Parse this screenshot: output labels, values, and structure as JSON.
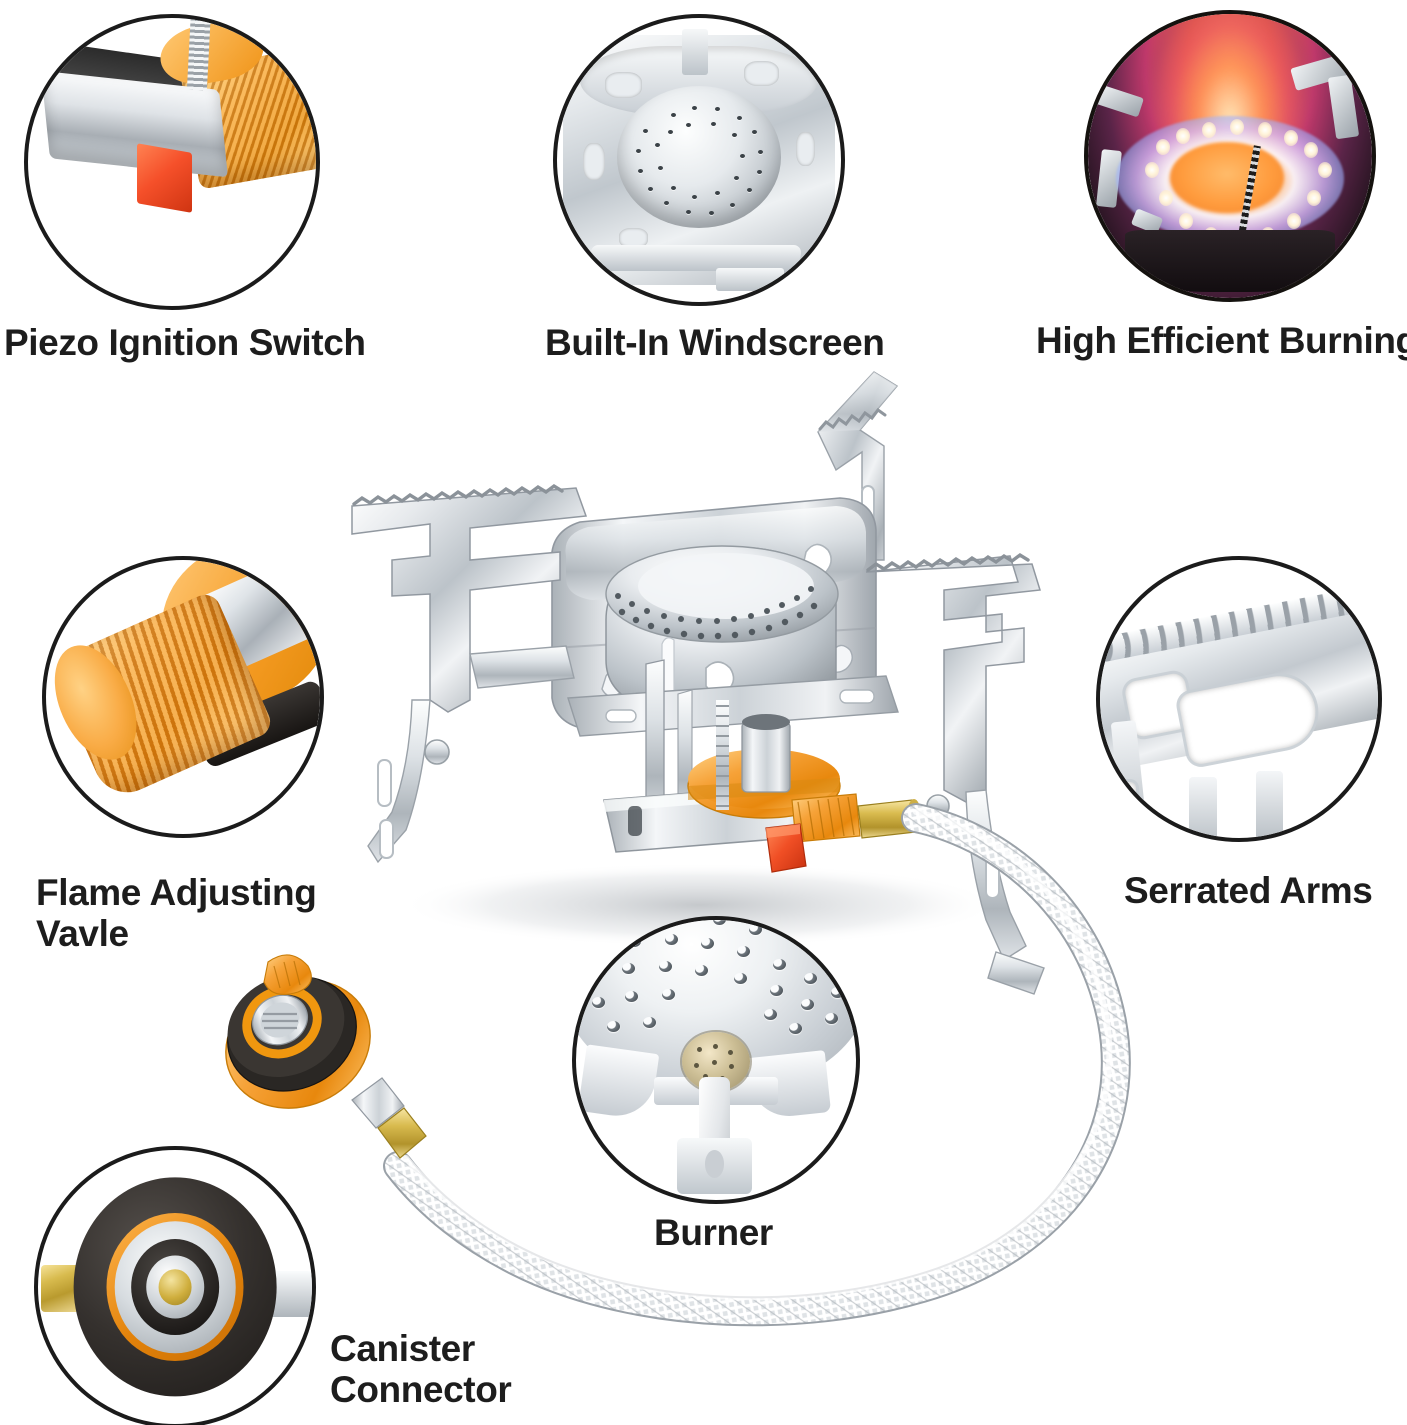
{
  "page": {
    "product": "portable camping gas stove",
    "background_color": "#ffffff",
    "text_color": "#1d1d1d",
    "accent_orange": "#f39019",
    "accent_red": "#ef4a22",
    "accent_brass": "#c9a83c",
    "accent_steel": "#c8ced4"
  },
  "callouts": [
    {
      "id": "piezo-ignition-switch",
      "label": "Piezo Ignition Switch",
      "position": "top-left",
      "depicts": "close-up of stainless bracket with red piezo push button and gold knurled knob"
    },
    {
      "id": "built-in-windscreen",
      "label": "Built-In Windscreen",
      "position": "top-center",
      "depicts": "perforated burner head seated inside stainless steel windscreen housing"
    },
    {
      "id": "high-efficient-burning",
      "label": "High Efficient Burning",
      "position": "top-right",
      "depicts": "lit stove with ring of blue-white flame jets and orange glow on dark background"
    },
    {
      "id": "flame-adjusting-valve",
      "label": "Flame Adjusting\nVavle",
      "position": "middle-left",
      "depicts": "ribbed orange anodized flame control knob on steel valve body"
    },
    {
      "id": "serrated-arms",
      "label": "Serrated Arms",
      "position": "middle-right",
      "depicts": "stainless pot support arm with saw-tooth serrated top edge"
    },
    {
      "id": "burner",
      "label": "Burner",
      "position": "bottom-center",
      "depicts": "perforated burner plate with ceramic ignition electrode"
    },
    {
      "id": "canister-connector",
      "label": "Canister\nConnector",
      "position": "bottom-left",
      "depicts": "concentric canister coupling: black rubber, orange ring, chrome and brass center"
    }
  ],
  "product_parts": [
    "serrated-pot-support-arms",
    "windscreen-housing",
    "burner-head",
    "orange-valve-disc",
    "red-piezo-button",
    "brass-fitting",
    "braided-steel-hose",
    "canister-coupling"
  ]
}
